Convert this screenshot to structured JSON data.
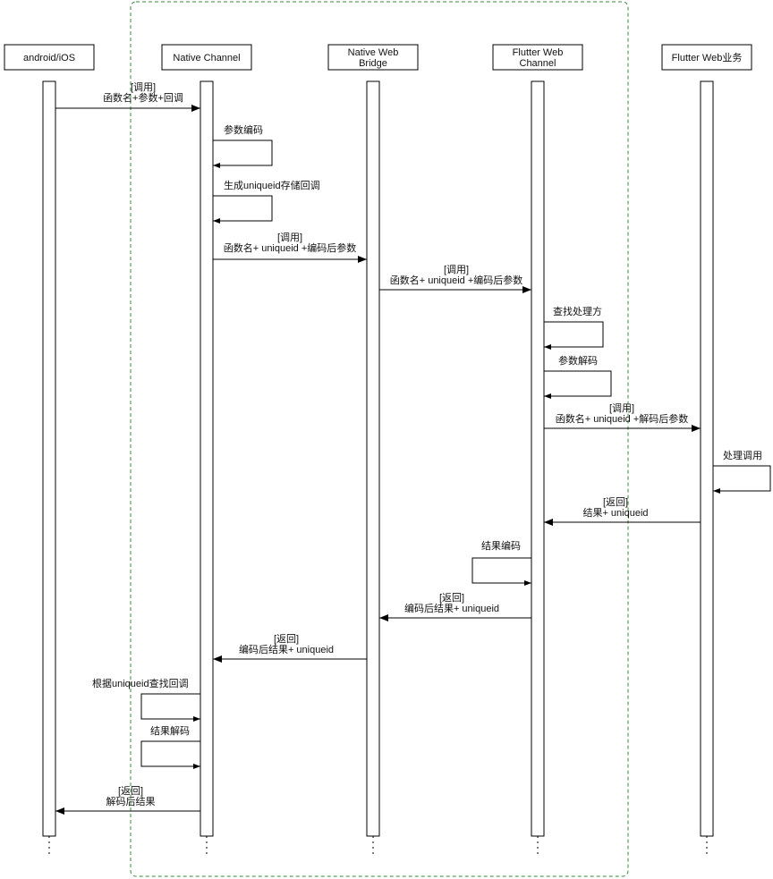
{
  "colors": {
    "group_border": "#3a8a3a",
    "line": "#000000",
    "box_fill": "#ffffff"
  },
  "participants": [
    {
      "id": "app",
      "lines": [
        "android/iOS"
      ]
    },
    {
      "id": "nc",
      "lines": [
        "Native Channel"
      ]
    },
    {
      "id": "nwb",
      "lines": [
        "Native Web",
        "Bridge"
      ]
    },
    {
      "id": "fwc",
      "lines": [
        "Flutter Web",
        "Channel"
      ]
    },
    {
      "id": "fwb",
      "lines": [
        "Flutter Web业务"
      ]
    }
  ],
  "messages": [
    {
      "from": "app",
      "to": "nc",
      "kind": "call",
      "lines": [
        "[调用]",
        "函数名+参数+回调"
      ]
    },
    {
      "from": "nc",
      "to": "nc",
      "kind": "self",
      "lines": [
        "参数编码"
      ]
    },
    {
      "from": "nc",
      "to": "nc",
      "kind": "self",
      "lines": [
        "生成uniqueid存储回调"
      ]
    },
    {
      "from": "nc",
      "to": "nwb",
      "kind": "call",
      "lines": [
        "[调用]",
        "函数名+ uniqueid +编码后参数"
      ]
    },
    {
      "from": "nwb",
      "to": "fwc",
      "kind": "call",
      "lines": [
        "[调用]",
        "函数名+ uniqueid +编码后参数"
      ]
    },
    {
      "from": "fwc",
      "to": "fwc",
      "kind": "self",
      "lines": [
        "查找处理方"
      ]
    },
    {
      "from": "fwc",
      "to": "fwc",
      "kind": "self",
      "lines": [
        "参数解码"
      ]
    },
    {
      "from": "fwc",
      "to": "fwb",
      "kind": "call",
      "lines": [
        "[调用]",
        "函数名+ uniqueid +解码后参数"
      ]
    },
    {
      "from": "fwb",
      "to": "fwb",
      "kind": "self",
      "lines": [
        "处理调用"
      ]
    },
    {
      "from": "fwb",
      "to": "fwc",
      "kind": "return",
      "lines": [
        "[返回]",
        "结果+ uniqueid"
      ]
    },
    {
      "from": "fwc",
      "to": "fwc",
      "kind": "self-left",
      "lines": [
        "结果编码"
      ]
    },
    {
      "from": "fwc",
      "to": "nwb",
      "kind": "return",
      "lines": [
        "[返回]",
        "编码后结果+ uniqueid"
      ]
    },
    {
      "from": "nwb",
      "to": "nc",
      "kind": "return",
      "lines": [
        "[返回]",
        "编码后结果+ uniqueid"
      ]
    },
    {
      "from": "nc",
      "to": "nc",
      "kind": "self-left",
      "lines": [
        "根据uniqueid查找回调"
      ]
    },
    {
      "from": "nc",
      "to": "nc",
      "kind": "self-left",
      "lines": [
        "结果解码"
      ]
    },
    {
      "from": "nc",
      "to": "app",
      "kind": "return",
      "lines": [
        "[返回]",
        "解码后结果"
      ]
    }
  ]
}
